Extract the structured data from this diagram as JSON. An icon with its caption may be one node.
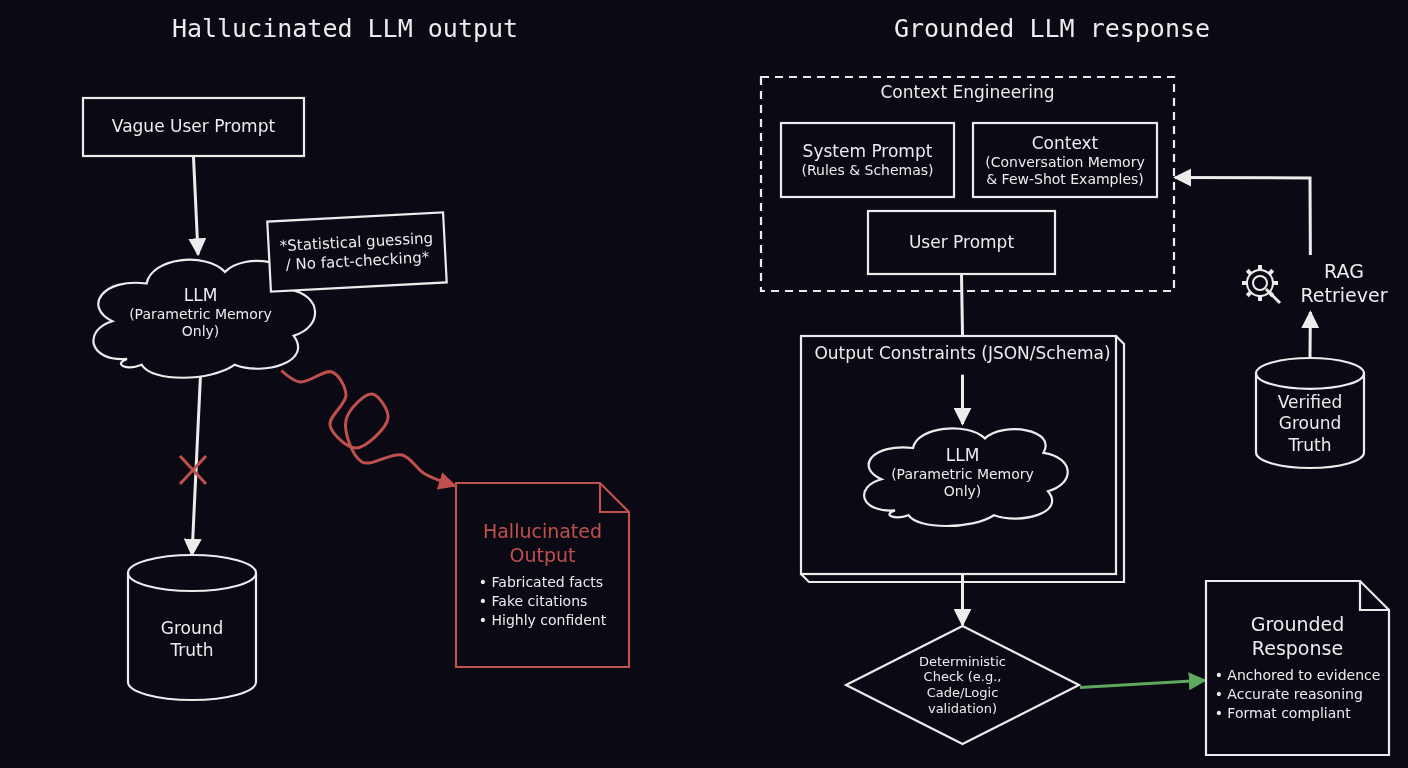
{
  "diagram": {
    "nodes": [
      {
        "text": [
          "Vague User Prompt"
        ]
      },
      {
        "text": [
          "LLM",
          "(Parametric Memory Only)"
        ]
      },
      {
        "text": [
          "*Statistical guessing / No fact-checking*"
        ]
      },
      {
        "text": [
          "Ground Truth"
        ]
      },
      {
        "text": [
          "Hallucinated Output",
          "• Fabricated facts",
          "• Fake citations",
          "• Highly confident"
        ]
      },
      {
        "text": [
          "Context Engineering"
        ]
      },
      {
        "text": [
          "System Prompt",
          "(Rules & Schemas)"
        ],
        "in": 5
      },
      {
        "text": [
          "Context",
          "(Conversation Memory & Few-Shot Examples)"
        ],
        "in": 5
      },
      {
        "text": [
          "User Prompt"
        ],
        "in": 5
      },
      {
        "text": [
          "RAG Retriever"
        ]
      },
      {
        "text": [
          "Verified Ground Truth"
        ]
      },
      {
        "text": [
          "Output Constraints (JSON/Schema)"
        ]
      },
      {
        "text": [
          "LLM",
          "(Parametric Memory Only)"
        ],
        "in": 11
      },
      {
        "text": [
          "Deterministic Check (e.g., Cade/Logic validation)"
        ]
      },
      {
        "text": [
          "Grounded Response",
          "• Anchored to evidence",
          "• Accurate reasoning",
          "• Format compliant"
        ]
      }
    ],
    "edges": [
      {
        "from": 0,
        "to": 1,
        "arrow": "to"
      },
      {
        "from": 1,
        "to": 3,
        "arrow": "to"
      },
      {
        "from": 1,
        "to": 4,
        "arrow": "to",
        "color": "#c0504d"
      },
      {
        "from": 9,
        "to": 5,
        "arrow": "to"
      },
      {
        "from": 10,
        "to": 9,
        "arrow": "to"
      },
      {
        "from": 8,
        "to": 11,
        "arrow": "none"
      },
      {
        "from": 11,
        "to": 12,
        "arrow": "to"
      },
      {
        "from": 11,
        "to": 13,
        "arrow": "to"
      },
      {
        "from": 13,
        "to": 14,
        "arrow": "to",
        "color": "#5fa860"
      }
    ],
    "labels": [
      "Hallucinated LLM output",
      "Grounded LLM response"
    ]
  }
}
